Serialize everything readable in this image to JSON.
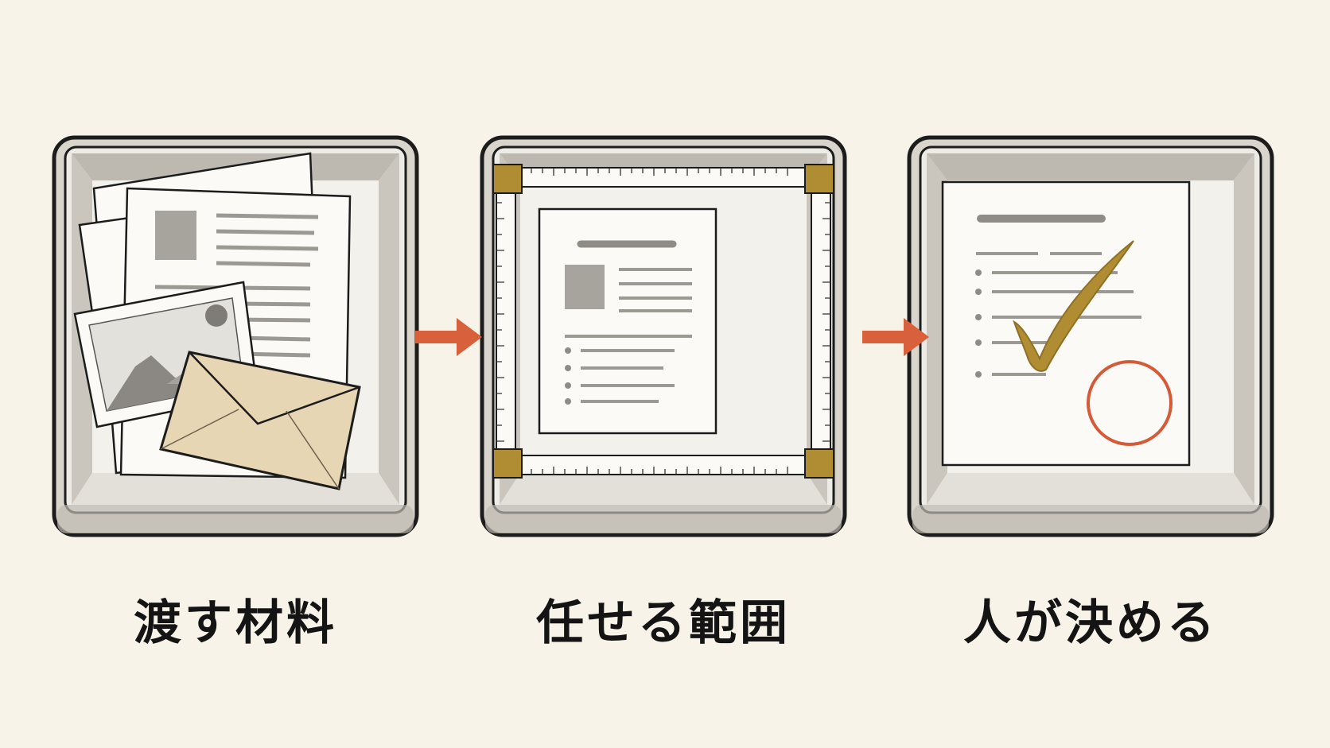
{
  "steps": [
    {
      "label": "渡す材料"
    },
    {
      "label": "任せる範囲"
    },
    {
      "label": "人が決める"
    }
  ],
  "icons": {
    "step1": [
      "document-stack-icon",
      "photo-icon",
      "envelope-icon"
    ],
    "step2": [
      "document-icon",
      "ruler-frame-icon"
    ],
    "step3": [
      "document-icon",
      "check-mark-icon",
      "circle-stamp-icon"
    ],
    "connector": "arrow-right-icon"
  },
  "colors": {
    "background": "#f8f3e8",
    "tray": "#cfcbc3",
    "ink": "#1c1c1c",
    "arrow": "#d8603a",
    "gold": "#b08d33",
    "stamp": "#d55a38",
    "envelope": "#e6d6b4"
  }
}
